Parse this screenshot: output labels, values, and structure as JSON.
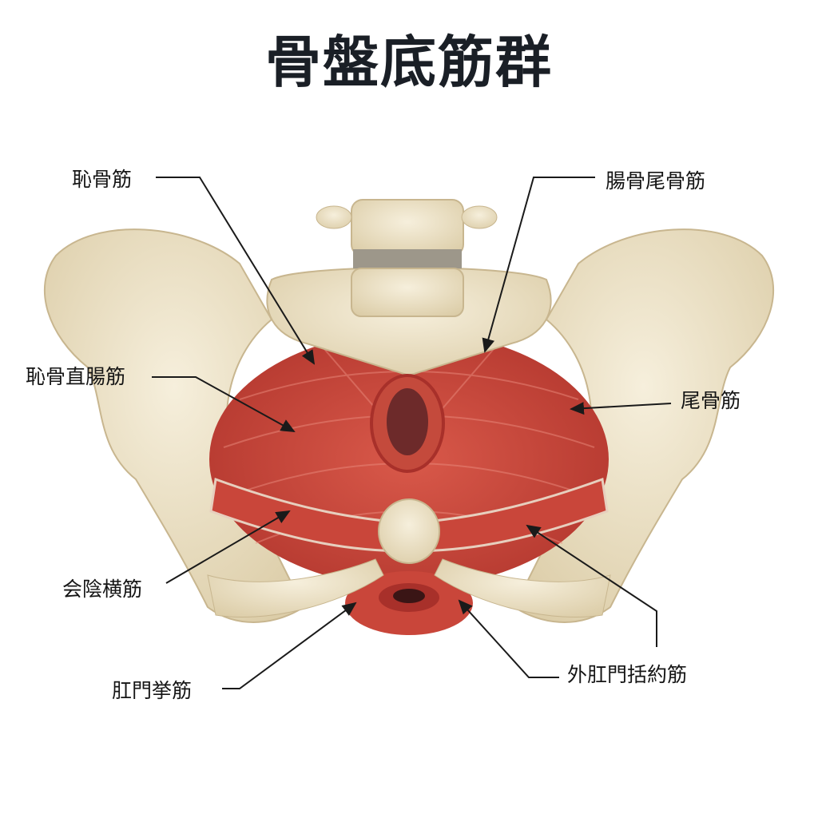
{
  "title": "骨盤底筋群",
  "labels": {
    "pubococcygeus": "恥骨筋",
    "iliococcygeus": "腸骨尾骨筋",
    "puborectalis": "恥骨直腸筋",
    "coccygeus": "尾骨筋",
    "transverse_perineal": "会陰横筋",
    "levator_ani": "肛門挙筋",
    "external_anal_sphincter": "外肛門括約筋"
  },
  "colors": {
    "bone": "#efe6cf",
    "bone_shade": "#d9cba8",
    "muscle": "#cf4a3c",
    "muscle_dark": "#a8302a",
    "line": "#1a1a1a"
  }
}
